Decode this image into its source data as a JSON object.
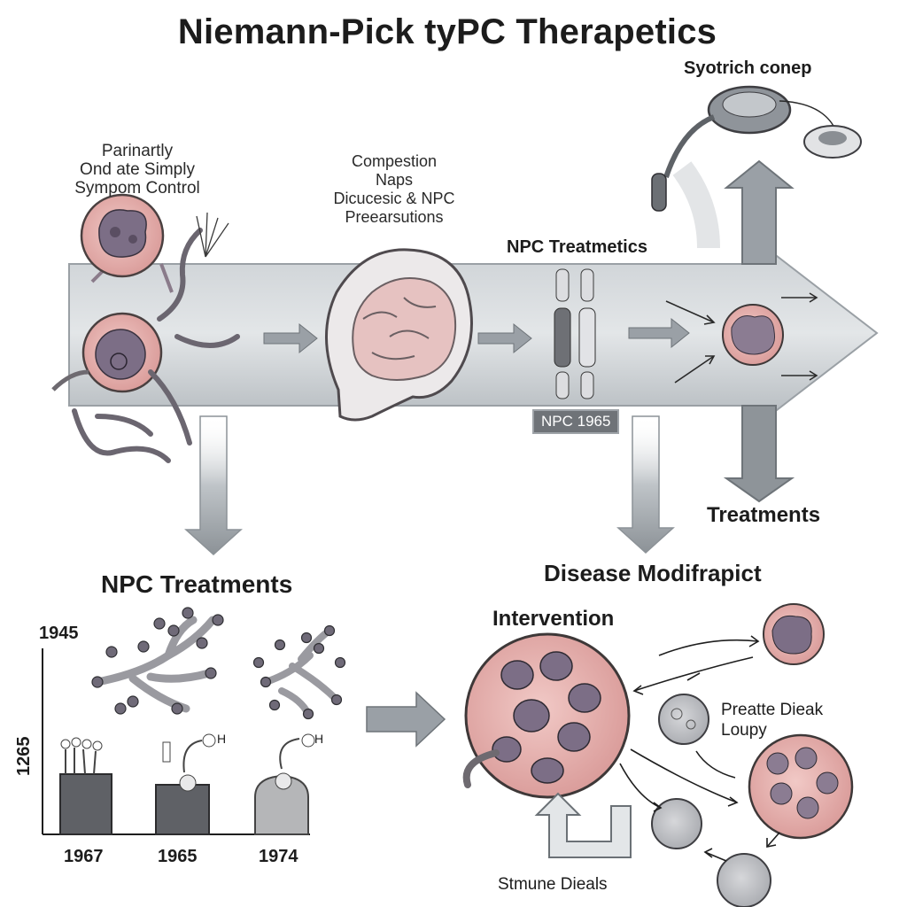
{
  "title": "Niemann-Pick tyPC Therapetics",
  "labels": {
    "top_right": "Syotrich conep",
    "left_block": [
      "Parinartly",
      "Ond ate Simply",
      "Sympom Control"
    ],
    "center_block": [
      "Compestion",
      "Naps",
      "Dicucesic & NPC",
      "Preearsutions"
    ],
    "arrow_heading": "NPC Treatmetics",
    "badge": "NPC 1965",
    "treatments": "Treatments",
    "disease_mod": "Disease Modifrapict",
    "npc_treatments": "NPC Treatments",
    "intervention": "Intervention",
    "prealte": [
      "Preatte Dieak",
      "Loupy"
    ],
    "stmune": "Stmune Dieals"
  },
  "timeline": {
    "y_labels": [
      "1945",
      "1265"
    ],
    "x_labels": [
      "1967",
      "1965",
      "1974"
    ],
    "h_marks": [
      "H",
      "H"
    ]
  },
  "colors": {
    "arrow_fill": "#b9bfc4",
    "cell_pink": "#e8b4b2",
    "cell_purple": "#7c6e86",
    "bar_dark": "#5f6166",
    "bar_light": "#b5b6b8"
  }
}
